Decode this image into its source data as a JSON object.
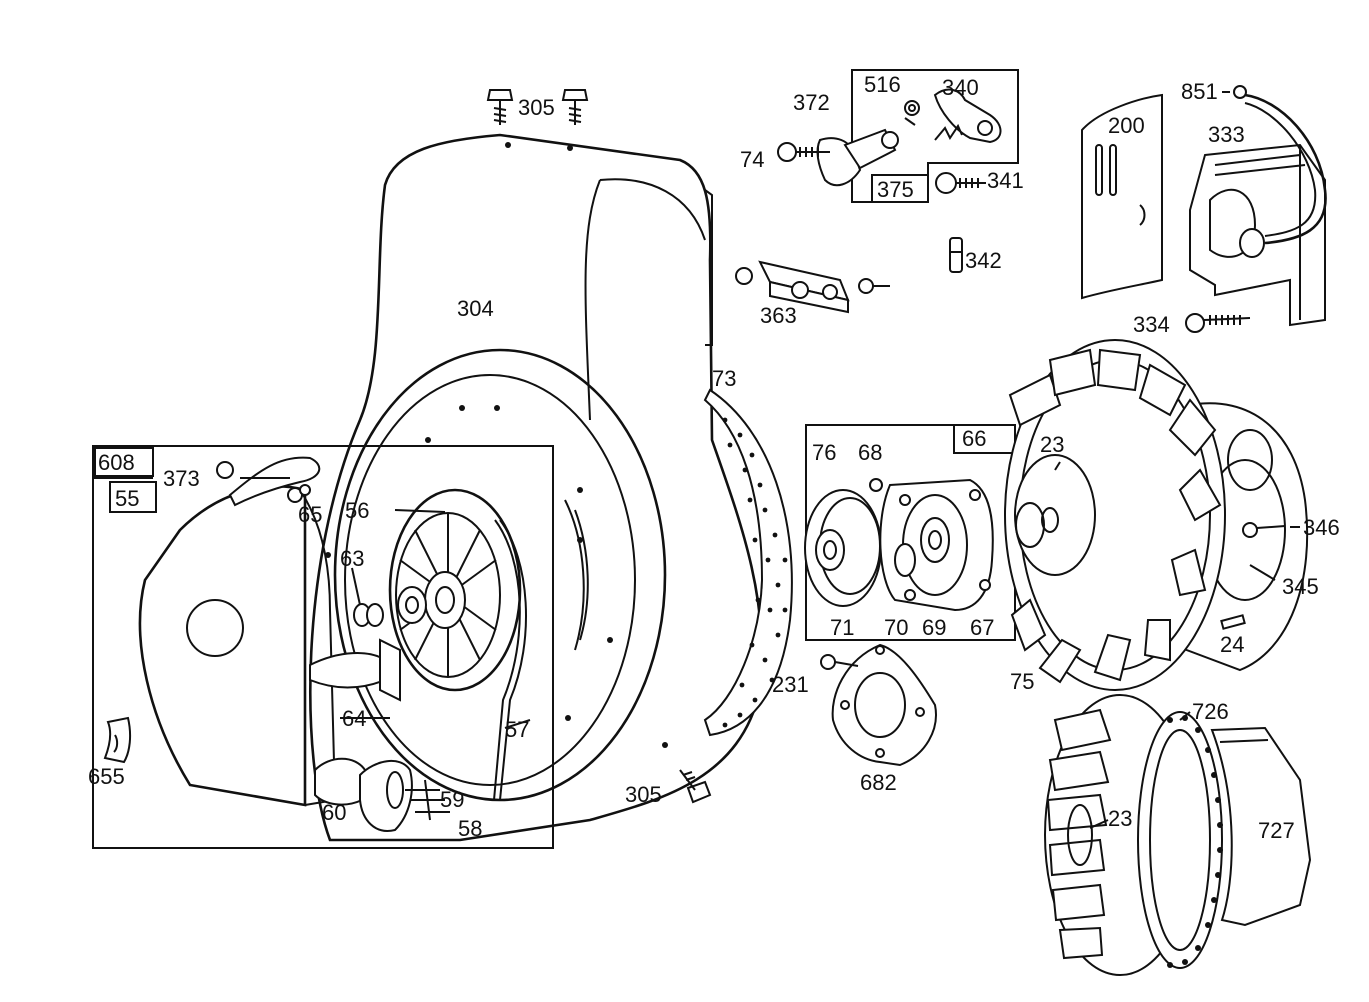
{
  "labels": {
    "l304": "304",
    "l305a": "305",
    "l305b": "305",
    "l372": "372",
    "l516": "516",
    "l340": "340",
    "l74": "74",
    "l375": "375",
    "l341": "341",
    "l342": "342",
    "l363": "363",
    "l851": "851",
    "l200": "200",
    "l333": "333",
    "l334": "334",
    "l73": "73",
    "l608": "608",
    "l55": "55",
    "l373": "373",
    "l65": "65",
    "l56": "56",
    "l63": "63",
    "l64": "64",
    "l57": "57",
    "l60": "60",
    "l59": "59",
    "l58": "58",
    "l655": "655",
    "l66": "66",
    "l76": "76",
    "l68": "68",
    "l71": "71",
    "l70": "70",
    "l69": "69",
    "l67": "67",
    "l23a": "23",
    "l23b": "23",
    "l346": "346",
    "l345": "345",
    "l24": "24",
    "l75": "75",
    "l231": "231",
    "l682": "682",
    "l726": "726",
    "l727": "727"
  }
}
